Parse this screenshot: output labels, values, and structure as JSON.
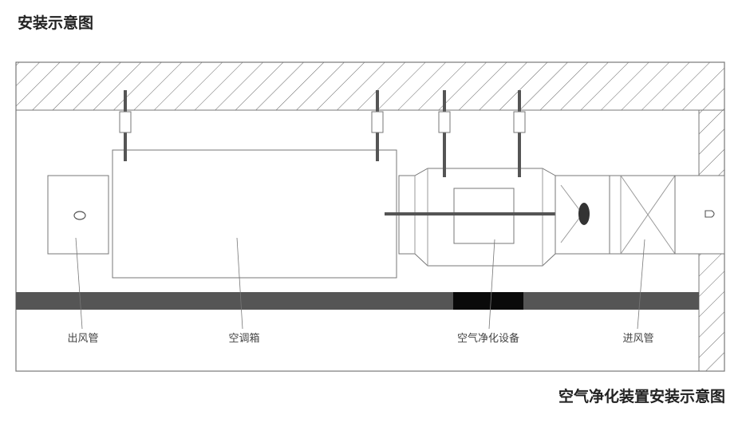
{
  "heading": "安装示意图",
  "caption": "空气净化装置安装示意图",
  "labels": {
    "outlet_duct": "出风管",
    "ac_box": "空调箱",
    "purifier": "空气净化设备",
    "inlet_duct": "进风管"
  }
}
